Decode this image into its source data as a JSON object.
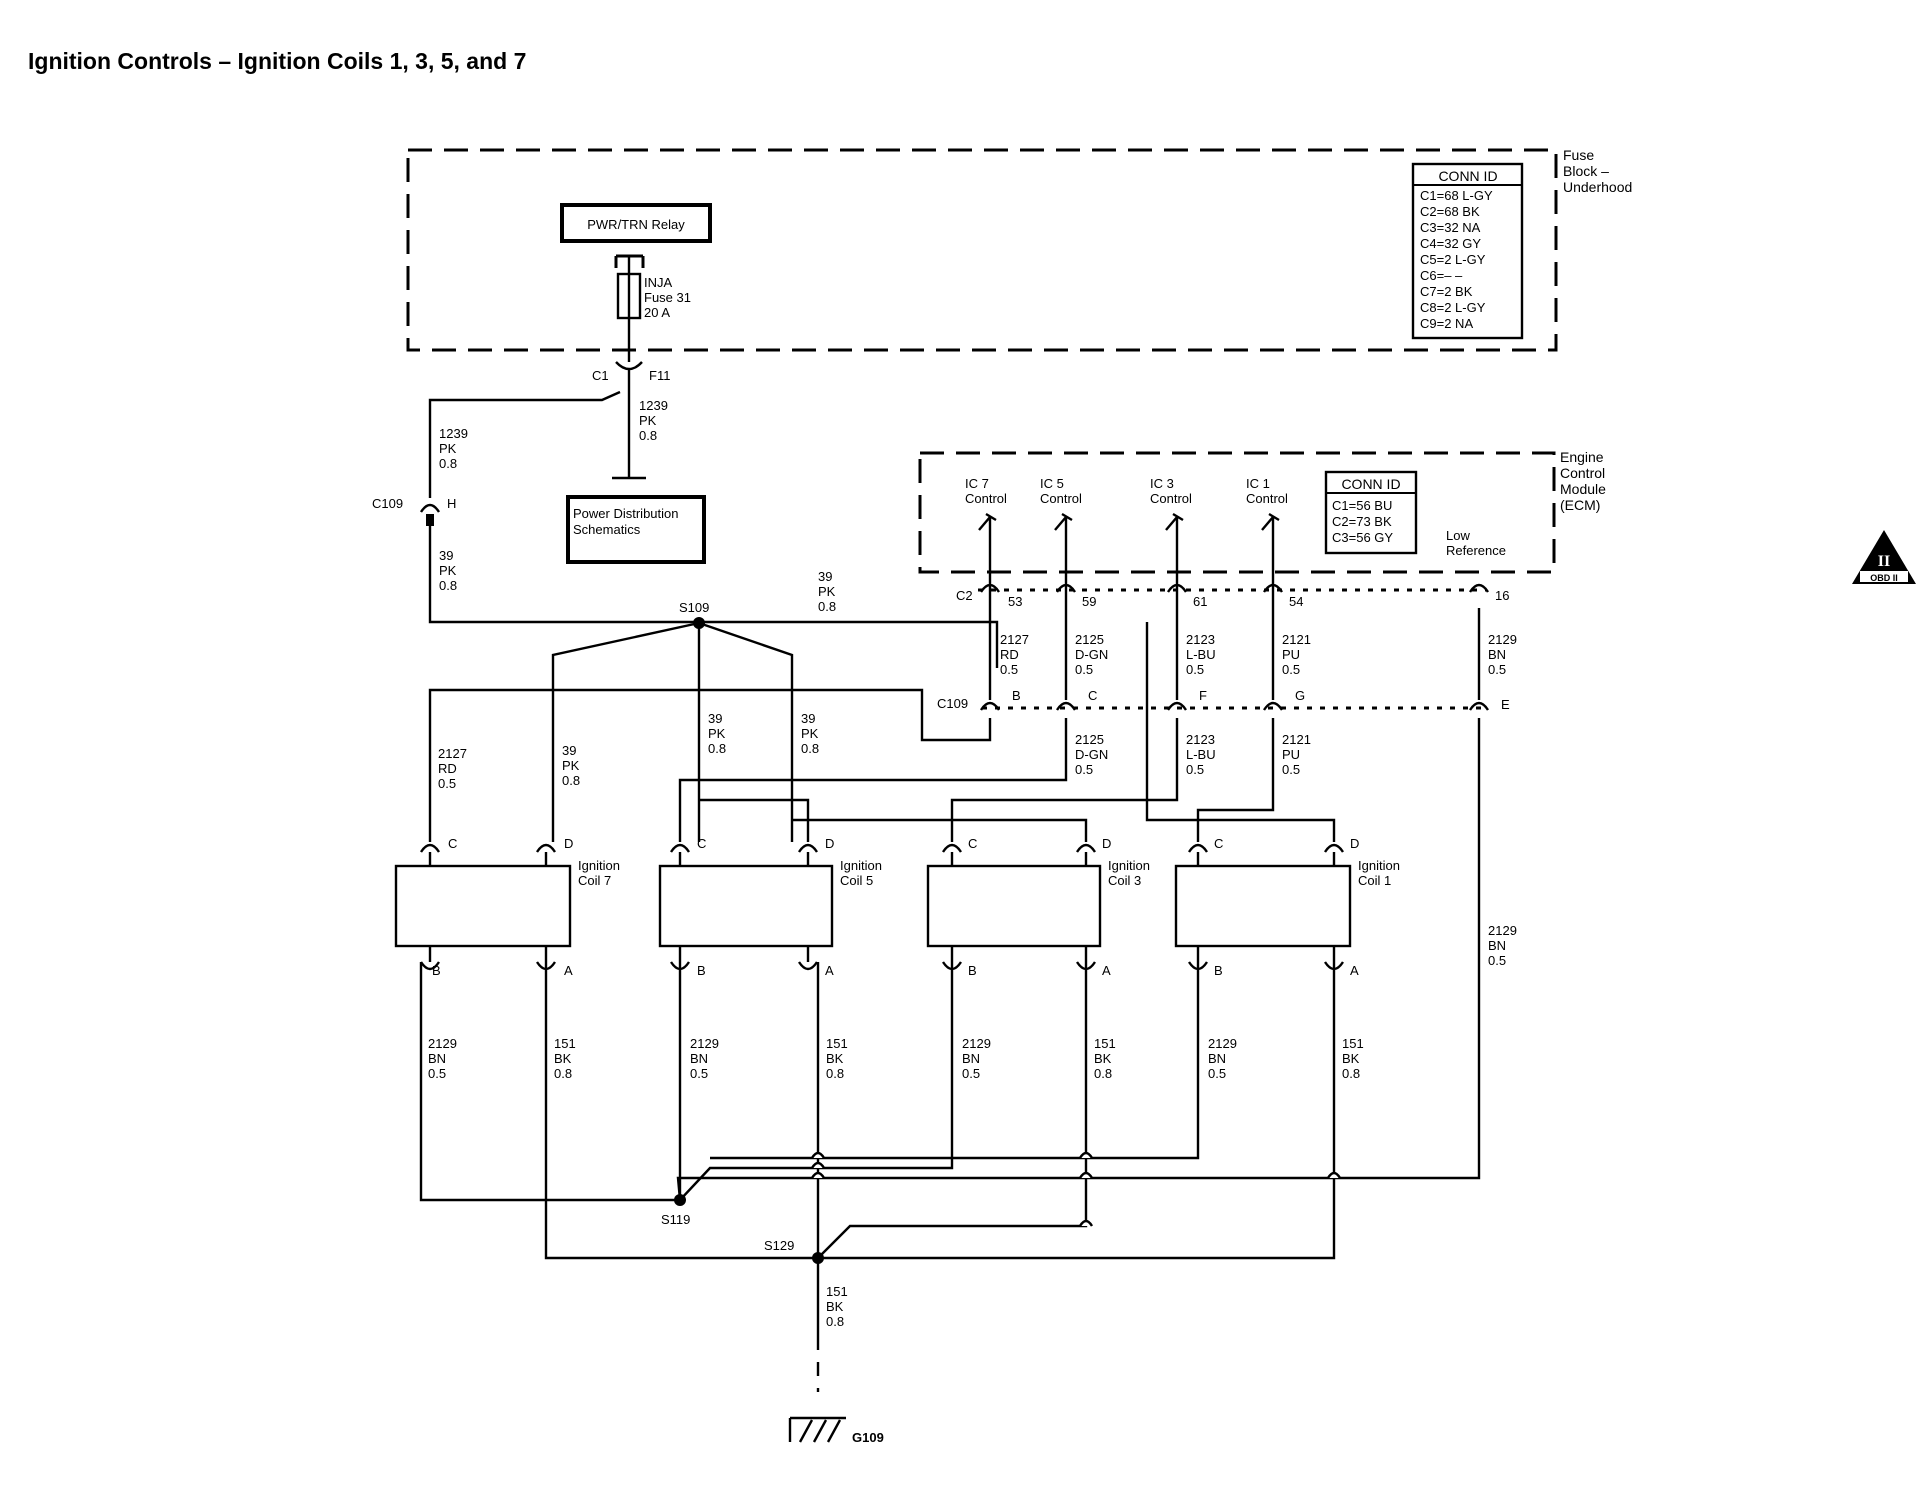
{
  "title": "Ignition Controls – Ignition Coils 1, 3, 5, and 7",
  "fuse_block": {
    "label": [
      "Fuse",
      "Block –",
      "Underhood"
    ],
    "conn_id_title": "CONN ID",
    "conn_ids": [
      "C1=68 L-GY",
      "C2=68 BK",
      "C3=32 NA",
      "C4=32 GY",
      "C5=2 L-GY",
      "C6=– –",
      "C7=2 BK",
      "C8=2 L-GY",
      "C9=2 NA"
    ],
    "relay": "PWR/TRN Relay",
    "fuse": [
      "INJA",
      "Fuse 31",
      "20 A"
    ],
    "connector": "C1",
    "pin": "F11"
  },
  "ecm": {
    "label": [
      "Engine",
      "Control",
      "Module",
      "(ECM)"
    ],
    "conn_id_title": "CONN ID",
    "conn_ids": [
      "C1=56 BU",
      "C2=73 BK",
      "C3=56 GY"
    ],
    "controls": [
      {
        "line1": "IC 7",
        "line2": "Control",
        "pin": "53"
      },
      {
        "line1": "IC 5",
        "line2": "Control",
        "pin": "59"
      },
      {
        "line1": "IC 3",
        "line2": "Control",
        "pin": "61"
      },
      {
        "line1": "IC 1",
        "line2": "Control",
        "pin": "54"
      }
    ],
    "low_ref": [
      "Low",
      "Reference"
    ],
    "low_ref_pin": "16",
    "connector": "C2"
  },
  "power_dist": [
    "Power Distribution",
    "Schematics"
  ],
  "c109": {
    "label": "C109",
    "pin_h": "H",
    "pins": [
      "B",
      "C",
      "F",
      "G",
      "E"
    ]
  },
  "splices": {
    "s109": "S109",
    "s119": "S119",
    "s129": "S129"
  },
  "ground": "G109",
  "obd_badge": {
    "top": "II",
    "bottom": "OBD II"
  },
  "wires": {
    "w1239": [
      "1239",
      "PK",
      "0.8"
    ],
    "w39": [
      "39",
      "PK",
      "0.8"
    ],
    "w2127": [
      "2127",
      "RD",
      "0.5"
    ],
    "w2125": [
      "2125",
      "D-GN",
      "0.5"
    ],
    "w2123": [
      "2123",
      "L-BU",
      "0.5"
    ],
    "w2121": [
      "2121",
      "PU",
      "0.5"
    ],
    "w2129": [
      "2129",
      "BN",
      "0.5"
    ],
    "w151": [
      "151",
      "BK",
      "0.8"
    ]
  },
  "coils": [
    {
      "name": [
        "Ignition",
        "Coil 7"
      ]
    },
    {
      "name": [
        "Ignition",
        "Coil 5"
      ]
    },
    {
      "name": [
        "Ignition",
        "Coil 3"
      ]
    },
    {
      "name": [
        "Ignition",
        "Coil 1"
      ]
    }
  ],
  "coil_pins": [
    "C",
    "D",
    "B",
    "A"
  ]
}
